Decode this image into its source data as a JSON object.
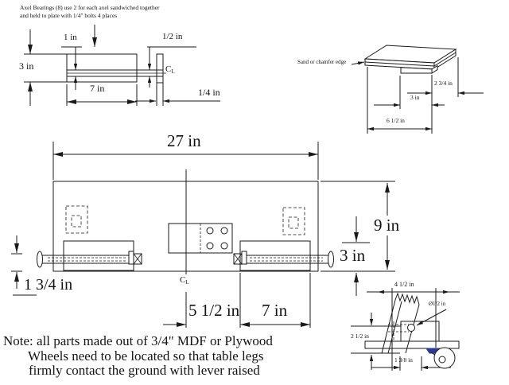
{
  "bearing_note": {
    "line1": "Axel Bearings (8) use 2 for each axel sandwiched together",
    "line2": "and held to plate with 1/4\" bolts 4 places"
  },
  "side_view": {
    "dim_top": "1 in",
    "dim_height": "3 in",
    "dim_length": "7 in",
    "dim_hole": "1/2 in",
    "dim_plate": "1/4 in",
    "centerline_c": "C",
    "centerline_l": "L"
  },
  "iso_view": {
    "callout": "Sand or chamfer edge",
    "dim_overhang": "2 3/4 in",
    "dim_block": "3 in",
    "dim_width": "6 1/2 in"
  },
  "front_view": {
    "dim_width": "27 in",
    "dim_height": "9 in",
    "dim_axle_zone": "3 in",
    "dim_axle_offset": "1 3/4 in",
    "dim_center_to_block": "5 1/2 in",
    "dim_block_length": "7 in",
    "centerline_c": "C",
    "centerline_l": "L"
  },
  "caster_view": {
    "dim_width": "4 1/2 in",
    "dim_hole": "Ø1/2 in",
    "dim_height": "2 1/2 in",
    "dim_wheel_offset": "1 3/8 in"
  },
  "footer_notes": {
    "material": "Note: all parts made out of 3/4\" MDF or Plywood",
    "wheels_line1": "Wheels need to be located so that table legs",
    "wheels_line2": "firmly contact the ground with lever raised"
  },
  "colors": {
    "line": "#1a1a1a",
    "caster_mount": "#2e3a96",
    "background": "#ffffff"
  }
}
